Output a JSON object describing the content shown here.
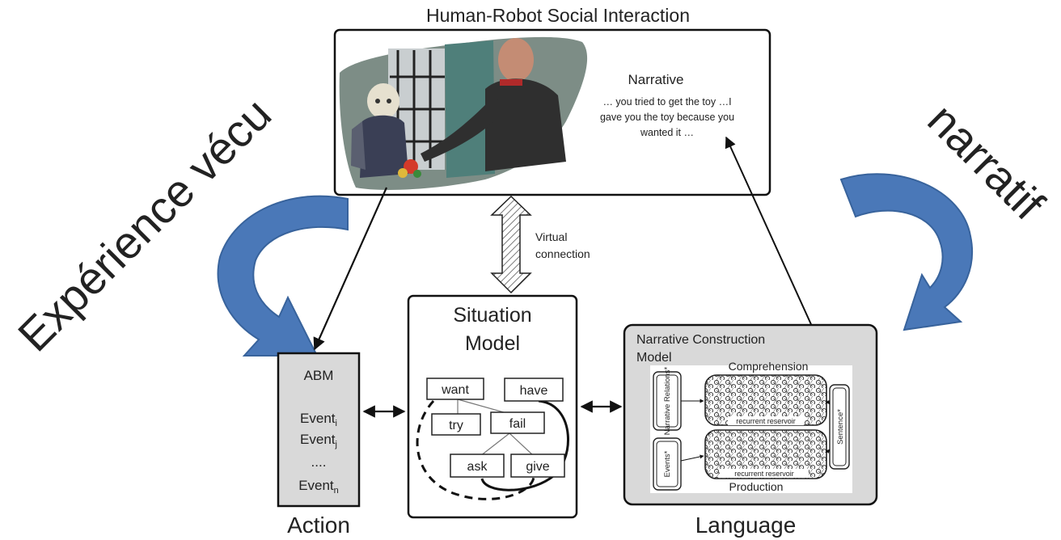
{
  "top_title": "Human-Robot  Social Interaction",
  "narrative": {
    "heading": "Narrative",
    "line1": "… you tried to get the toy …I",
    "line2": "gave you the toy because you",
    "line3": "wanted it …"
  },
  "virtual_connection": {
    "line1": "Virtual",
    "line2": "connection"
  },
  "left_big_label": "Expérience vécu",
  "right_big_label": "narratif",
  "abm": {
    "title": "ABM",
    "events": [
      {
        "base": "Event",
        "sub": "i"
      },
      {
        "base": "Event",
        "sub": "j"
      },
      {
        "base": "....",
        "sub": ""
      },
      {
        "base": "Event",
        "sub": "n"
      }
    ],
    "caption": "Action"
  },
  "situation_model": {
    "title_line1": "Situation",
    "title_line2": "Model",
    "nodes": {
      "want": "want",
      "have": "have",
      "try": "try",
      "fail": "fail",
      "ask": "ask",
      "give": "give"
    }
  },
  "narrative_model": {
    "title_line1": "Narrative  Construction",
    "title_line2": "Model",
    "comprehension": "Comprehension",
    "production": "Production",
    "reservoir1": "recurrent  reservoir",
    "reservoir2": "recurrent  reservoir",
    "narrative_relations": "Narrative Relations*",
    "events": "Events*",
    "sentence": "Sentence*",
    "caption": "Language"
  },
  "colors": {
    "arrow_blue": "#4a78b8",
    "arrow_blue_edge": "#38639c",
    "panel_gray": "#d9d9d9"
  }
}
